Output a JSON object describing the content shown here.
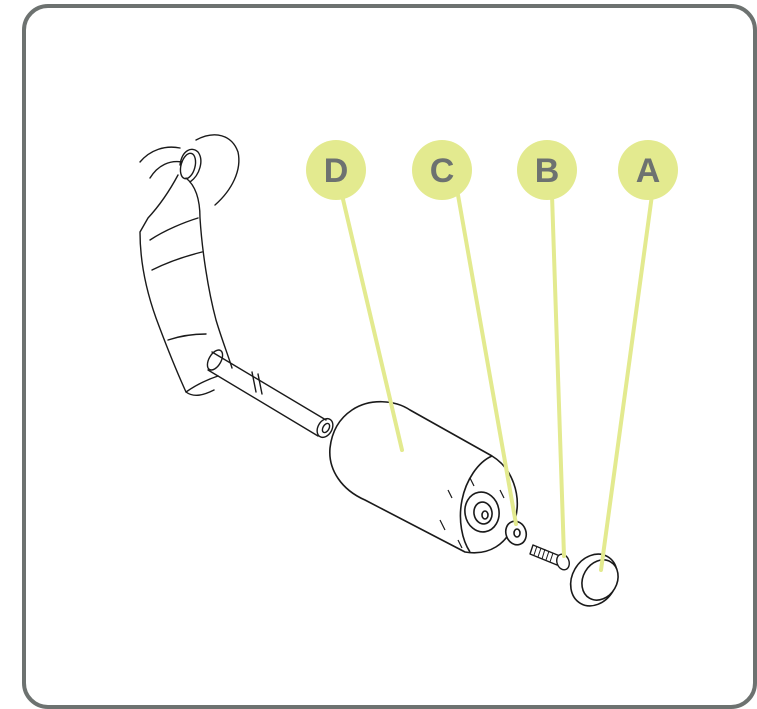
{
  "colors": {
    "frame_border": "#6d7270",
    "badge_fill": "#e3ea8f",
    "leader_line": "#e3ea8f",
    "label_text": "#6d7270",
    "line_art": "#1a1a1a"
  },
  "callouts": [
    {
      "id": "D",
      "label": "D"
    },
    {
      "id": "C",
      "label": "C"
    },
    {
      "id": "B",
      "label": "B"
    },
    {
      "id": "A",
      "label": "A"
    }
  ]
}
